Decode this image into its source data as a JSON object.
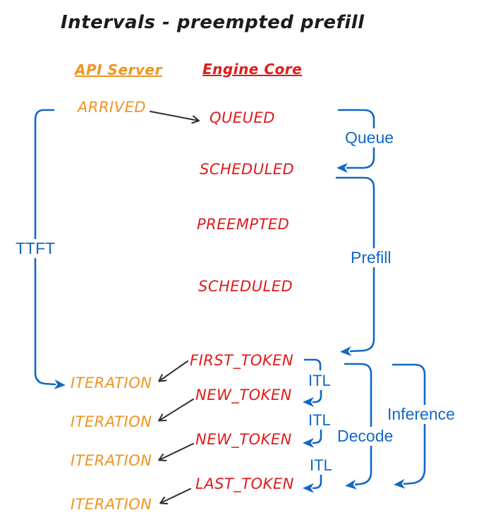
{
  "title": "Intervals - preempted prefill",
  "colors": {
    "api": "#EF9522",
    "engine": "#DF1B1B",
    "interval": "#1268C4",
    "arrow": "#2E2E2E"
  },
  "headers": {
    "api_server": "API Server",
    "engine_core": "Engine Core"
  },
  "api_events": {
    "arrived": "ARRIVED",
    "iteration_1": "ITERATION",
    "iteration_2": "ITERATION",
    "iteration_3": "ITERATION",
    "iteration_4": "ITERATION"
  },
  "engine_events": {
    "queued": "QUEUED",
    "scheduled_1": "SCHEDULED",
    "preempted": "PREEMPTED",
    "scheduled_2": "SCHEDULED",
    "first_token": "FIRST_TOKEN",
    "new_token_1": "NEW_TOKEN",
    "new_token_2": "NEW_TOKEN",
    "last_token": "LAST_TOKEN"
  },
  "intervals": {
    "ttft": "TTFT",
    "queue": "Queue",
    "prefill": "Prefill",
    "itl_1": "ITL",
    "itl_2": "ITL",
    "itl_3": "ITL",
    "decode": "Decode",
    "inference": "Inference"
  }
}
